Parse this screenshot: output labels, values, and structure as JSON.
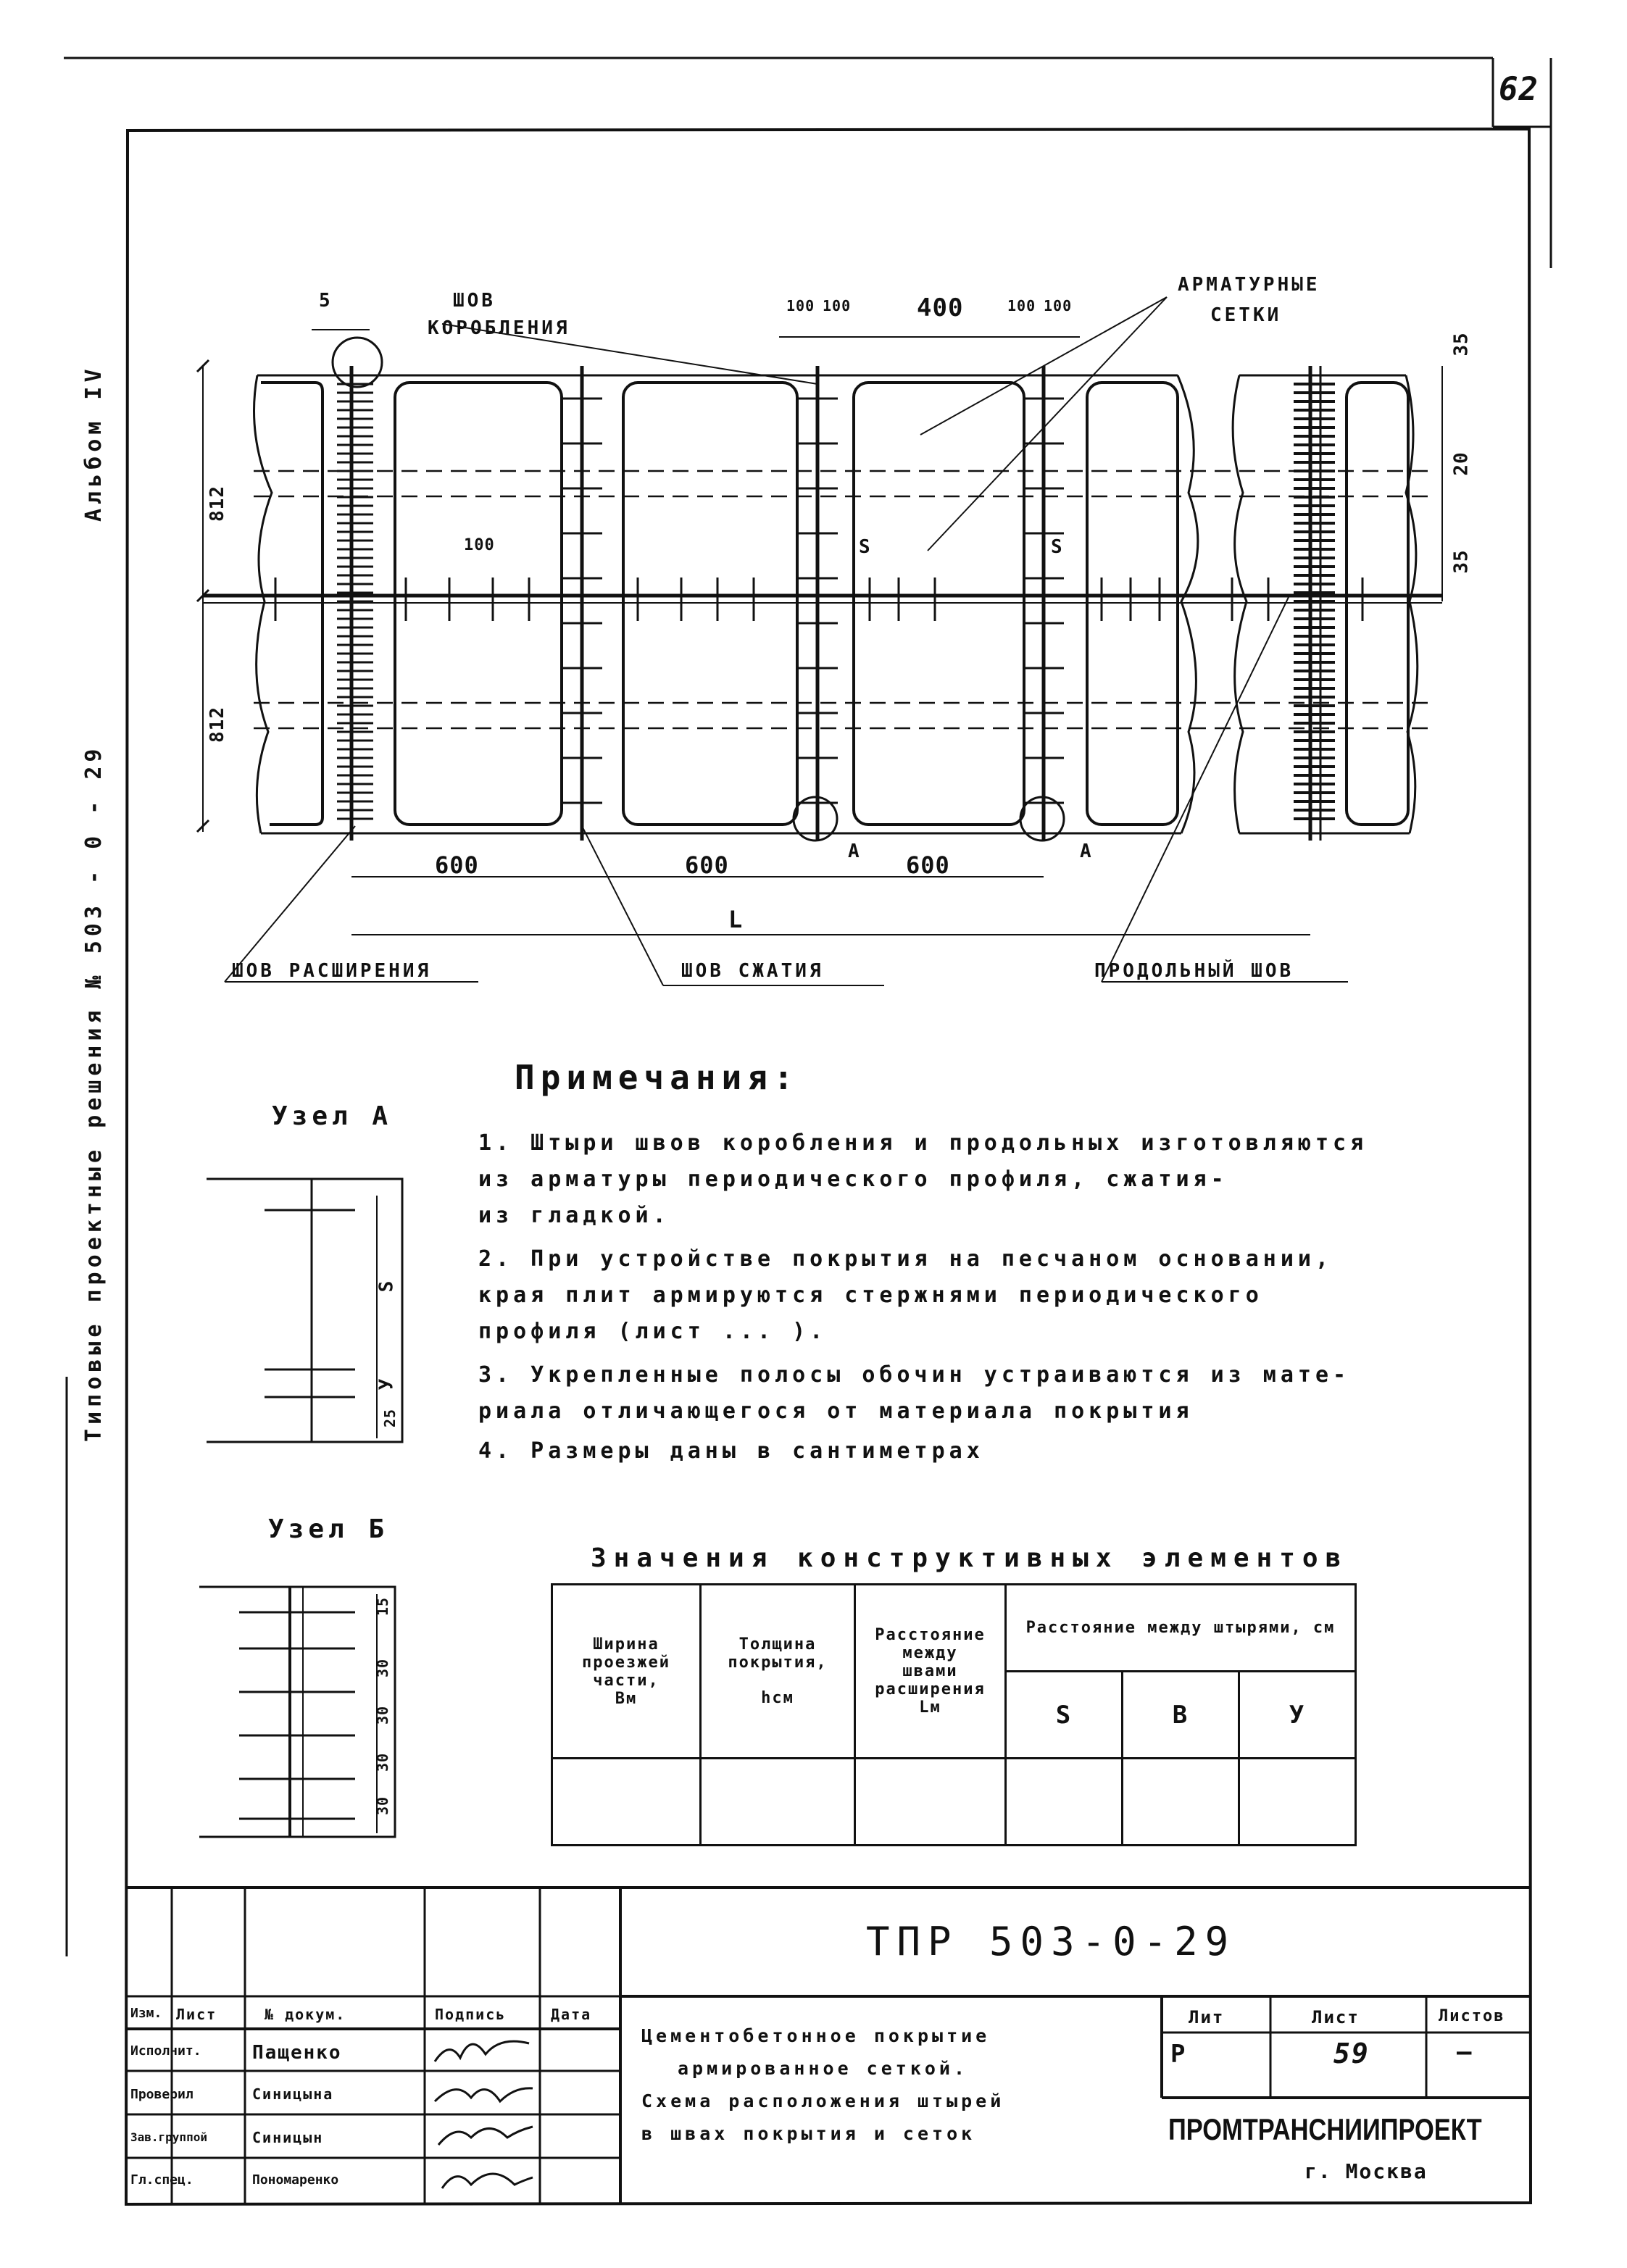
{
  "page_number": "62",
  "side_title": "Типовые проектные решения № 503 - 0 - 29",
  "side_album": "Альбом IV",
  "plan": {
    "labels": {
      "seam_warp_1": "ШОВ",
      "seam_warp_2": "КОРОБЛЕНИЯ",
      "mesh_1": "АРМАТУРНЫЕ",
      "mesh_2": "СЕТКИ",
      "seam_expansion": "ШОВ РАСШИРЕНИЯ",
      "seam_compression": "ШОВ СЖАТИЯ",
      "seam_longitudinal": "ПРОДОЛЬНЫЙ ШОВ",
      "node_a1": "А",
      "node_a2": "А"
    },
    "dims": {
      "d5": "5",
      "d100a": "100",
      "d100b": "100",
      "d400": "400",
      "d100c": "100",
      "d100d": "100",
      "d35a": "35",
      "d20": "20",
      "d35b": "35",
      "w812a": "812",
      "w812b": "812",
      "pitch100": "100",
      "s1": "S",
      "s2": "S",
      "span1": "600",
      "span2": "600",
      "span3": "600",
      "total": "L"
    }
  },
  "notes": {
    "title": "Примечания:",
    "lines": [
      "1. Штыри швов коробления и продольных изготовляются",
      "из арматуры периодического профиля, сжатия-",
      "из гладкой.",
      "2. При устройстве покрытия на песчаном основании,",
      "края плит армируются стержнями периодического",
      "профиля (лист ... ).",
      "3. Укрепленные полосы обочин устраиваются из мате-",
      "риала отличающегося от материала покрытия",
      "4. Размеры даны в сантиметрах"
    ]
  },
  "node_a": {
    "title": "Узел А",
    "s": "S",
    "y": "У",
    "d25": "25"
  },
  "node_b": {
    "title": "Узел Б",
    "d15": "15",
    "d30a": "30",
    "d30b": "30",
    "d30c": "30",
    "d30d": "30"
  },
  "values_table": {
    "title": "Значения конструктивных элементов",
    "h_width": [
      "Ширина",
      "проезжей",
      "части,",
      "Вм"
    ],
    "h_thick": [
      "Толщина",
      "покрытия,",
      "hсм"
    ],
    "h_dist": [
      "Расстояние",
      "между",
      "швами",
      "расширения",
      "Lм"
    ],
    "h_pins": "Расстояние между штырями, см",
    "sub": [
      "S",
      "В",
      "У"
    ]
  },
  "title_block": {
    "code": "ТПР 503-0-29",
    "head": [
      "Изм.",
      "Лист",
      "№ докум.",
      "Подпись",
      "Дата"
    ],
    "roles": [
      "Исполнит.",
      "Проверил",
      "Зав.группой",
      "Гл.спец."
    ],
    "names": [
      "Пащенко",
      "Синицына",
      "Синицын",
      "Пономаренко"
    ],
    "description": [
      "Цементобетонное покрытие",
      "армированное сеткой.",
      "Схема расположения штырей",
      "в швах покрытия и сеток"
    ],
    "lit_label": "Лит",
    "sheet_label": "Лист",
    "sheets_label": "Листов",
    "lit": "Р",
    "sheet": "59",
    "sheets": "—",
    "org": "ПРОМТРАНСНИИПРОЕКТ",
    "city": "г. Москва"
  }
}
